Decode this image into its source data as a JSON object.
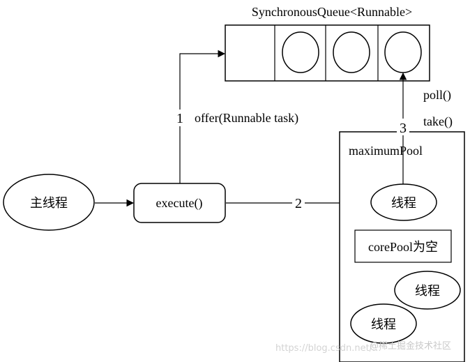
{
  "diagram": {
    "queue": {
      "title": "SynchronousQueue<Runnable>"
    },
    "main_thread": {
      "label": "主线程"
    },
    "execute_node": {
      "label": "execute()"
    },
    "offer_label": "offer(Runnable task)",
    "poll_label": "poll()",
    "take_label": "take()",
    "steps": {
      "one": "1",
      "two": "2",
      "three": "3"
    },
    "pool": {
      "title": "maximumPool",
      "thread_label": "线程",
      "core_pool_note": "corePool为空",
      "idle_thread_1": "线程",
      "idle_thread_2": "线程"
    },
    "watermark": {
      "url_text": "https://blog.csdn.net/...",
      "brand_text": "@稀土掘金技术社区"
    }
  },
  "colors": {
    "stroke": "#000000",
    "background": "#ffffff",
    "watermark": "#c9c9c9"
  }
}
